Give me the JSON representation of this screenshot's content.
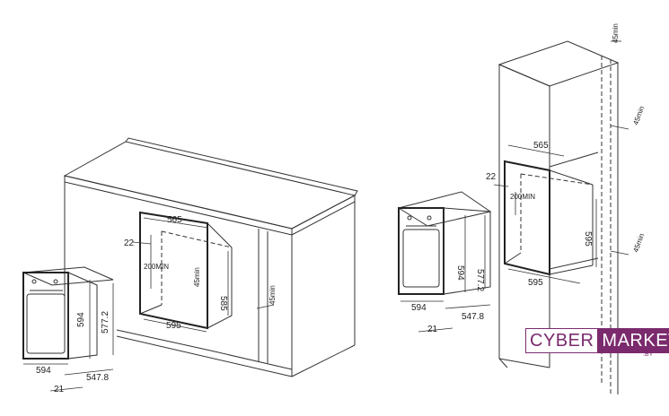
{
  "left_diagram": {
    "cutout_width_top": "565",
    "cutout_width_bottom": "595",
    "side_gap": "22",
    "min_height": "200MIN",
    "vent_min": "45min",
    "cutout_height": "585",
    "rear_vent_min": "45min"
  },
  "left_oven": {
    "height": "594",
    "depth_height": "577.2",
    "width": "594",
    "door_thickness": "21",
    "depth": "547.8"
  },
  "right_diagram": {
    "top_vent_min": "45min",
    "mid_vent_min": "45min",
    "bottom_vent_min": "45min",
    "cutout_width_top": "565",
    "side_gap": "22",
    "min_height": "200MIN",
    "cutout_height": "595",
    "cutout_width_bottom": "595"
  },
  "right_oven": {
    "height": "594",
    "depth_height": "577.2",
    "width": "594",
    "door_thickness": "21",
    "depth": "547.8"
  },
  "logo": {
    "part1": "CYBER",
    "part2": "MARKET",
    "suffix": ".BY",
    "colors": {
      "brand": "#7a2a6d"
    }
  }
}
